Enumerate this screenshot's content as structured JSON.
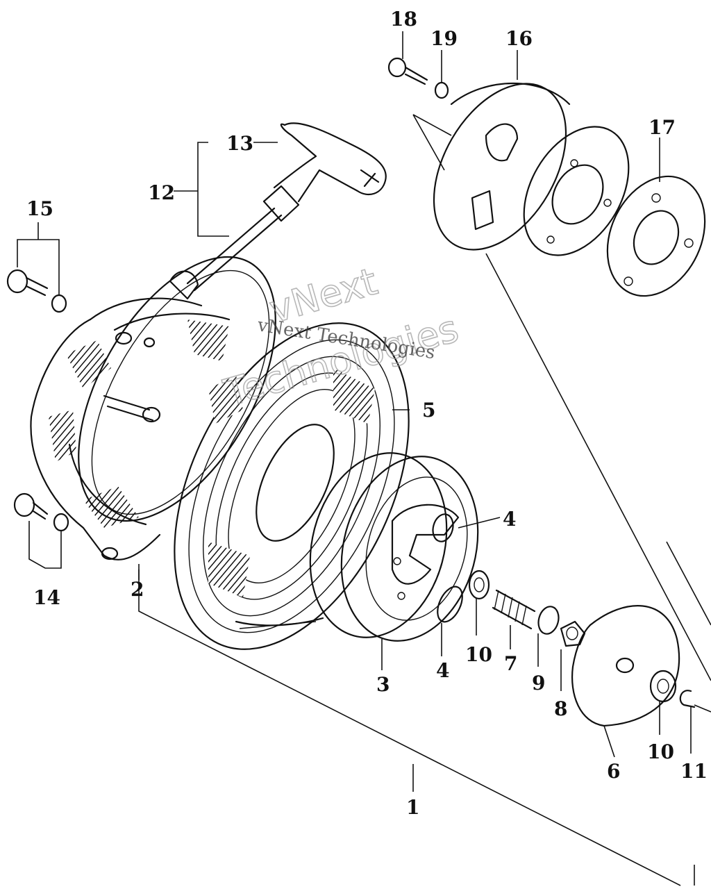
{
  "watermark": {
    "outline_line1": "vNext",
    "outline_line2": "Technologies",
    "overlay": "vNext Technologies"
  },
  "callouts": [
    {
      "id": "c1",
      "text": "1"
    },
    {
      "id": "c2",
      "text": "2"
    },
    {
      "id": "c3",
      "text": "3"
    },
    {
      "id": "c4a",
      "text": "4"
    },
    {
      "id": "c4b",
      "text": "4"
    },
    {
      "id": "c5",
      "text": "5"
    },
    {
      "id": "c6",
      "text": "6"
    },
    {
      "id": "c7",
      "text": "7"
    },
    {
      "id": "c8",
      "text": "8"
    },
    {
      "id": "c9",
      "text": "9"
    },
    {
      "id": "c10a",
      "text": "10"
    },
    {
      "id": "c10b",
      "text": "10"
    },
    {
      "id": "c11",
      "text": "11"
    },
    {
      "id": "c12",
      "text": "12"
    },
    {
      "id": "c13",
      "text": "13"
    },
    {
      "id": "c14",
      "text": "14"
    },
    {
      "id": "c15",
      "text": "15"
    },
    {
      "id": "c16",
      "text": "16"
    },
    {
      "id": "c17",
      "text": "17"
    },
    {
      "id": "c18",
      "text": "18"
    },
    {
      "id": "c19",
      "text": "19"
    }
  ]
}
